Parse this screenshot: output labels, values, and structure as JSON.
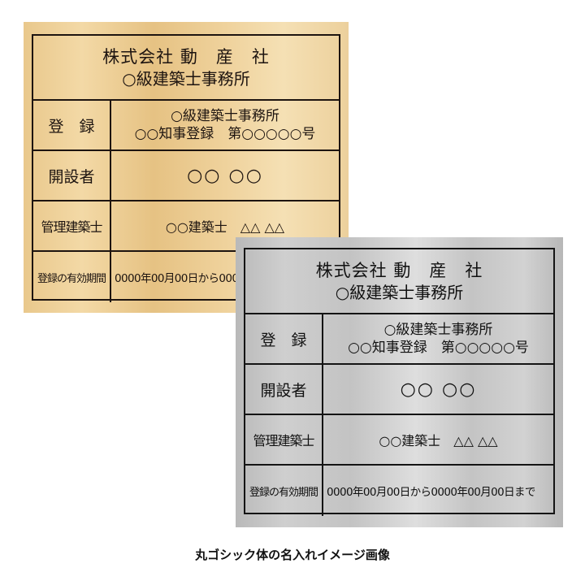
{
  "plates": {
    "gold": {
      "finish": "gold",
      "colors": {
        "base": "#ecce98",
        "line": "#1d1410"
      },
      "title": {
        "line1": "株式会社 動　産　社",
        "line2": "○級建築士事務所"
      },
      "rows": [
        {
          "label": "登　録",
          "value1": "○級建築士事務所",
          "value2": "○○知事登録　第○○○○○号"
        },
        {
          "label": "開設者",
          "value": "○○ ○○"
        },
        {
          "label": "管理建築士",
          "value": "○○建築士　△△ △△"
        },
        {
          "label": "登録の有効期間",
          "value": "0000年00月00日から0000年00月00日まで"
        }
      ]
    },
    "silver": {
      "finish": "silver",
      "colors": {
        "base": "#cacaca",
        "line": "#141414"
      },
      "title": {
        "line1": "株式会社 動　産　社",
        "line2": "○級建築士事務所"
      },
      "rows": [
        {
          "label": "登　録",
          "value1": "○級建築士事務所",
          "value2": "○○知事登録　第○○○○○号"
        },
        {
          "label": "開設者",
          "value": "○○ ○○"
        },
        {
          "label": "管理建築士",
          "value": "○○建築士　△△ △△"
        },
        {
          "label": "登録の有効期間",
          "value": "0000年00月00日から0000年00月00日まで"
        }
      ]
    }
  },
  "caption": "丸ゴシック体の名入れイメージ画像"
}
